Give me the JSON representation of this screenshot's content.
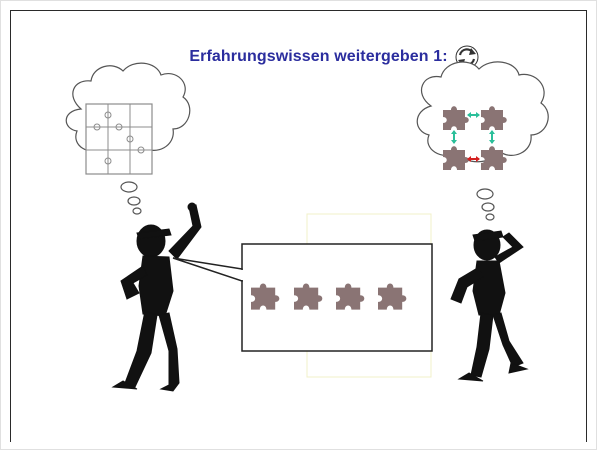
{
  "slide": {
    "title": "Erfahrungswissen weitergeben 1:",
    "title_icon": "cycle-arrows-icon",
    "title_color": "#2b2d9e"
  },
  "left_figure": {
    "thought": "completed-jigsaw-puzzle",
    "pose": "pointing-up"
  },
  "right_figure": {
    "thought": "four-puzzle-pieces-with-connection-arrows",
    "pose": "scratching-head",
    "arrow_colors": [
      "#2bbf9a",
      "#d42020"
    ]
  },
  "speech_box": {
    "content": "four-separate-puzzle-pieces",
    "piece_color": "#8a7474"
  }
}
